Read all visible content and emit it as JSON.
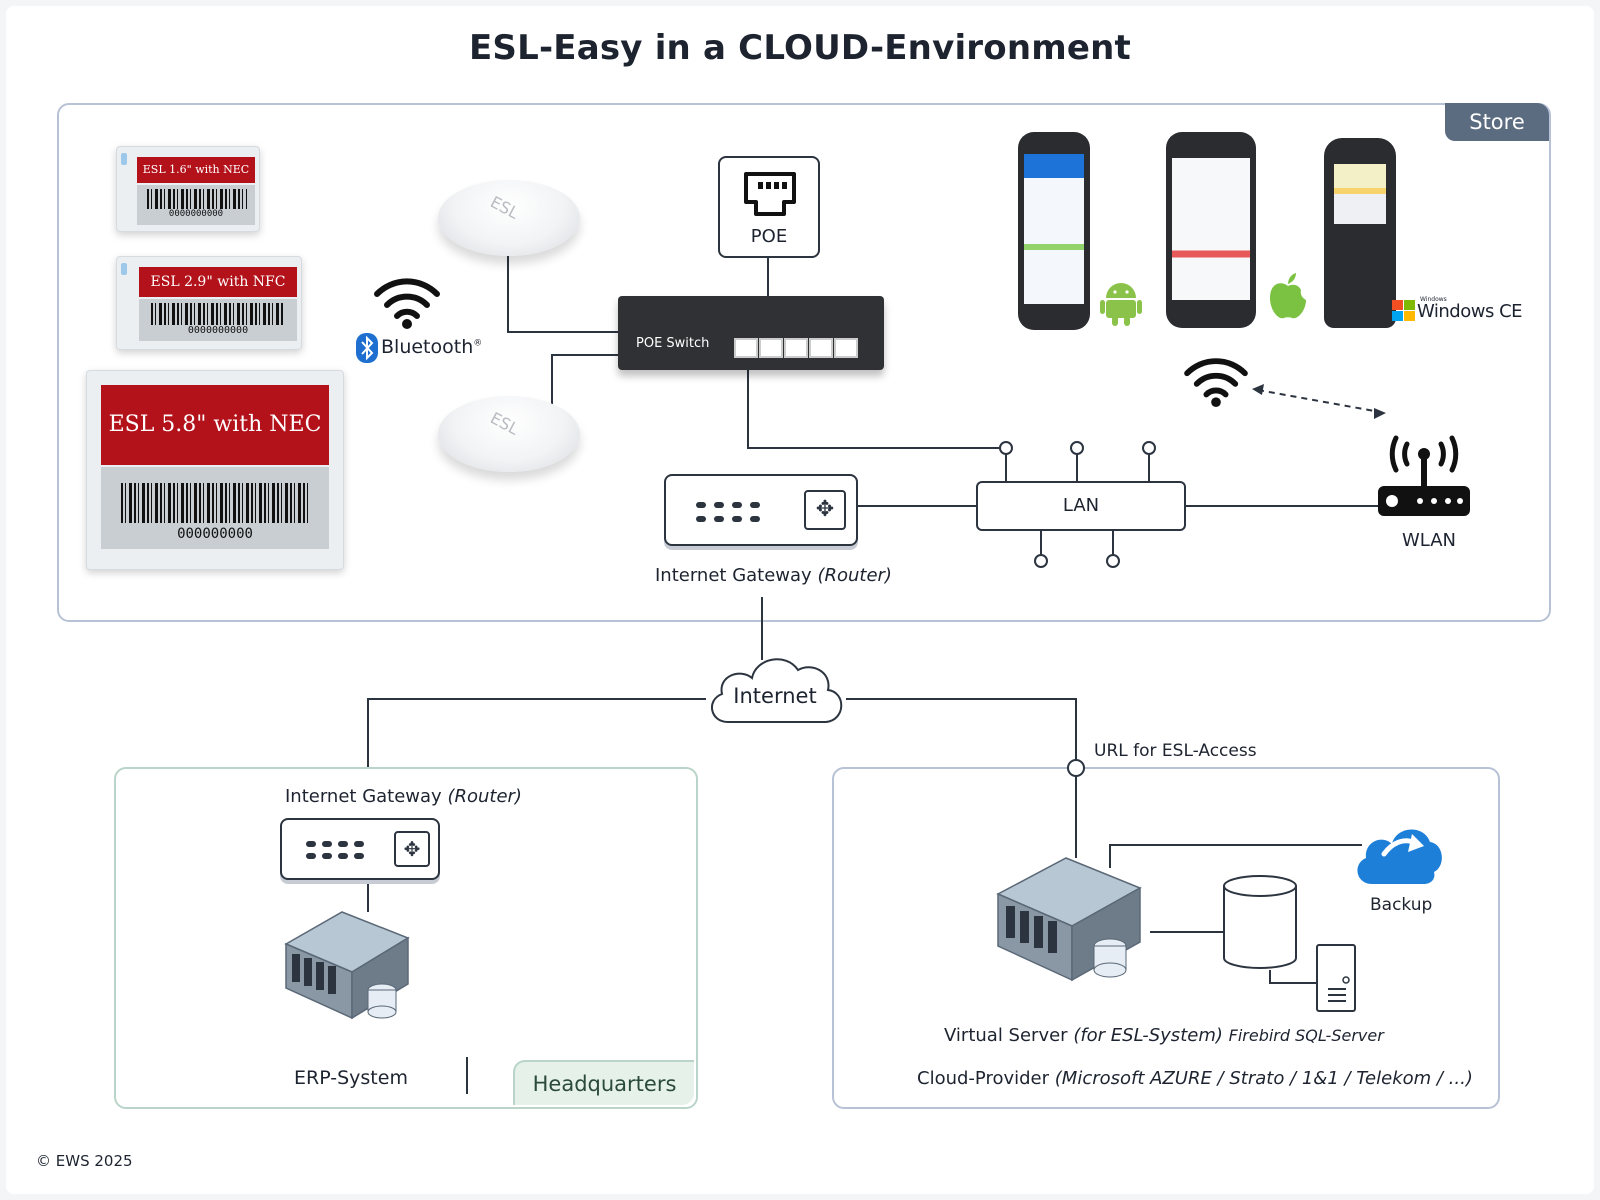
{
  "title": "ESL-Easy in a CLOUD-Environment",
  "store": {
    "tab": "Store",
    "esl_tags": [
      {
        "label": "ESL 1.6\" with NEC",
        "number": "0000000000"
      },
      {
        "label": "ESL 2.9\" with NFC",
        "number": "0000000000"
      },
      {
        "label": "ESL 5.8\" with NEC",
        "number": "000000000"
      }
    ],
    "bluetooth": "Bluetooth",
    "bluetooth_mark": "®",
    "ap_label": "ESL",
    "poe": "POE",
    "poe_switch": "POE Switch",
    "gateway": {
      "name": "Internet Gateway",
      "type": "(Router)"
    },
    "lan": "LAN",
    "wlan": "WLAN",
    "windows_ce": "Windows CE",
    "windows_ce_prefix": "Windows"
  },
  "internet": "Internet",
  "url_label": "URL for ESL-Access",
  "headquarters": {
    "tab": "Headquarters",
    "gateway": {
      "name": "Internet Gateway",
      "type": "(Router)"
    },
    "erp": "ERP-System"
  },
  "cloud_provider": {
    "backup": "Backup",
    "server_prefix": "Virtual Server",
    "server_paren": "(for ESL-System)",
    "sql": "Firebird SQL-Server",
    "provider_prefix": "Cloud-Provider",
    "provider_list": "(Microsoft AZURE / Strato / 1&1 / Telekom / ...)"
  },
  "copyright": "© EWS 2025",
  "colors": {
    "esl_red": "#b3121b",
    "line": "#2c3440",
    "store_tab": "#5b6b80",
    "hq_tab": "#e6f1ea",
    "android": "#8bc34a",
    "apple": "#7cc242",
    "cloud_blue": "#1e7fd8"
  }
}
